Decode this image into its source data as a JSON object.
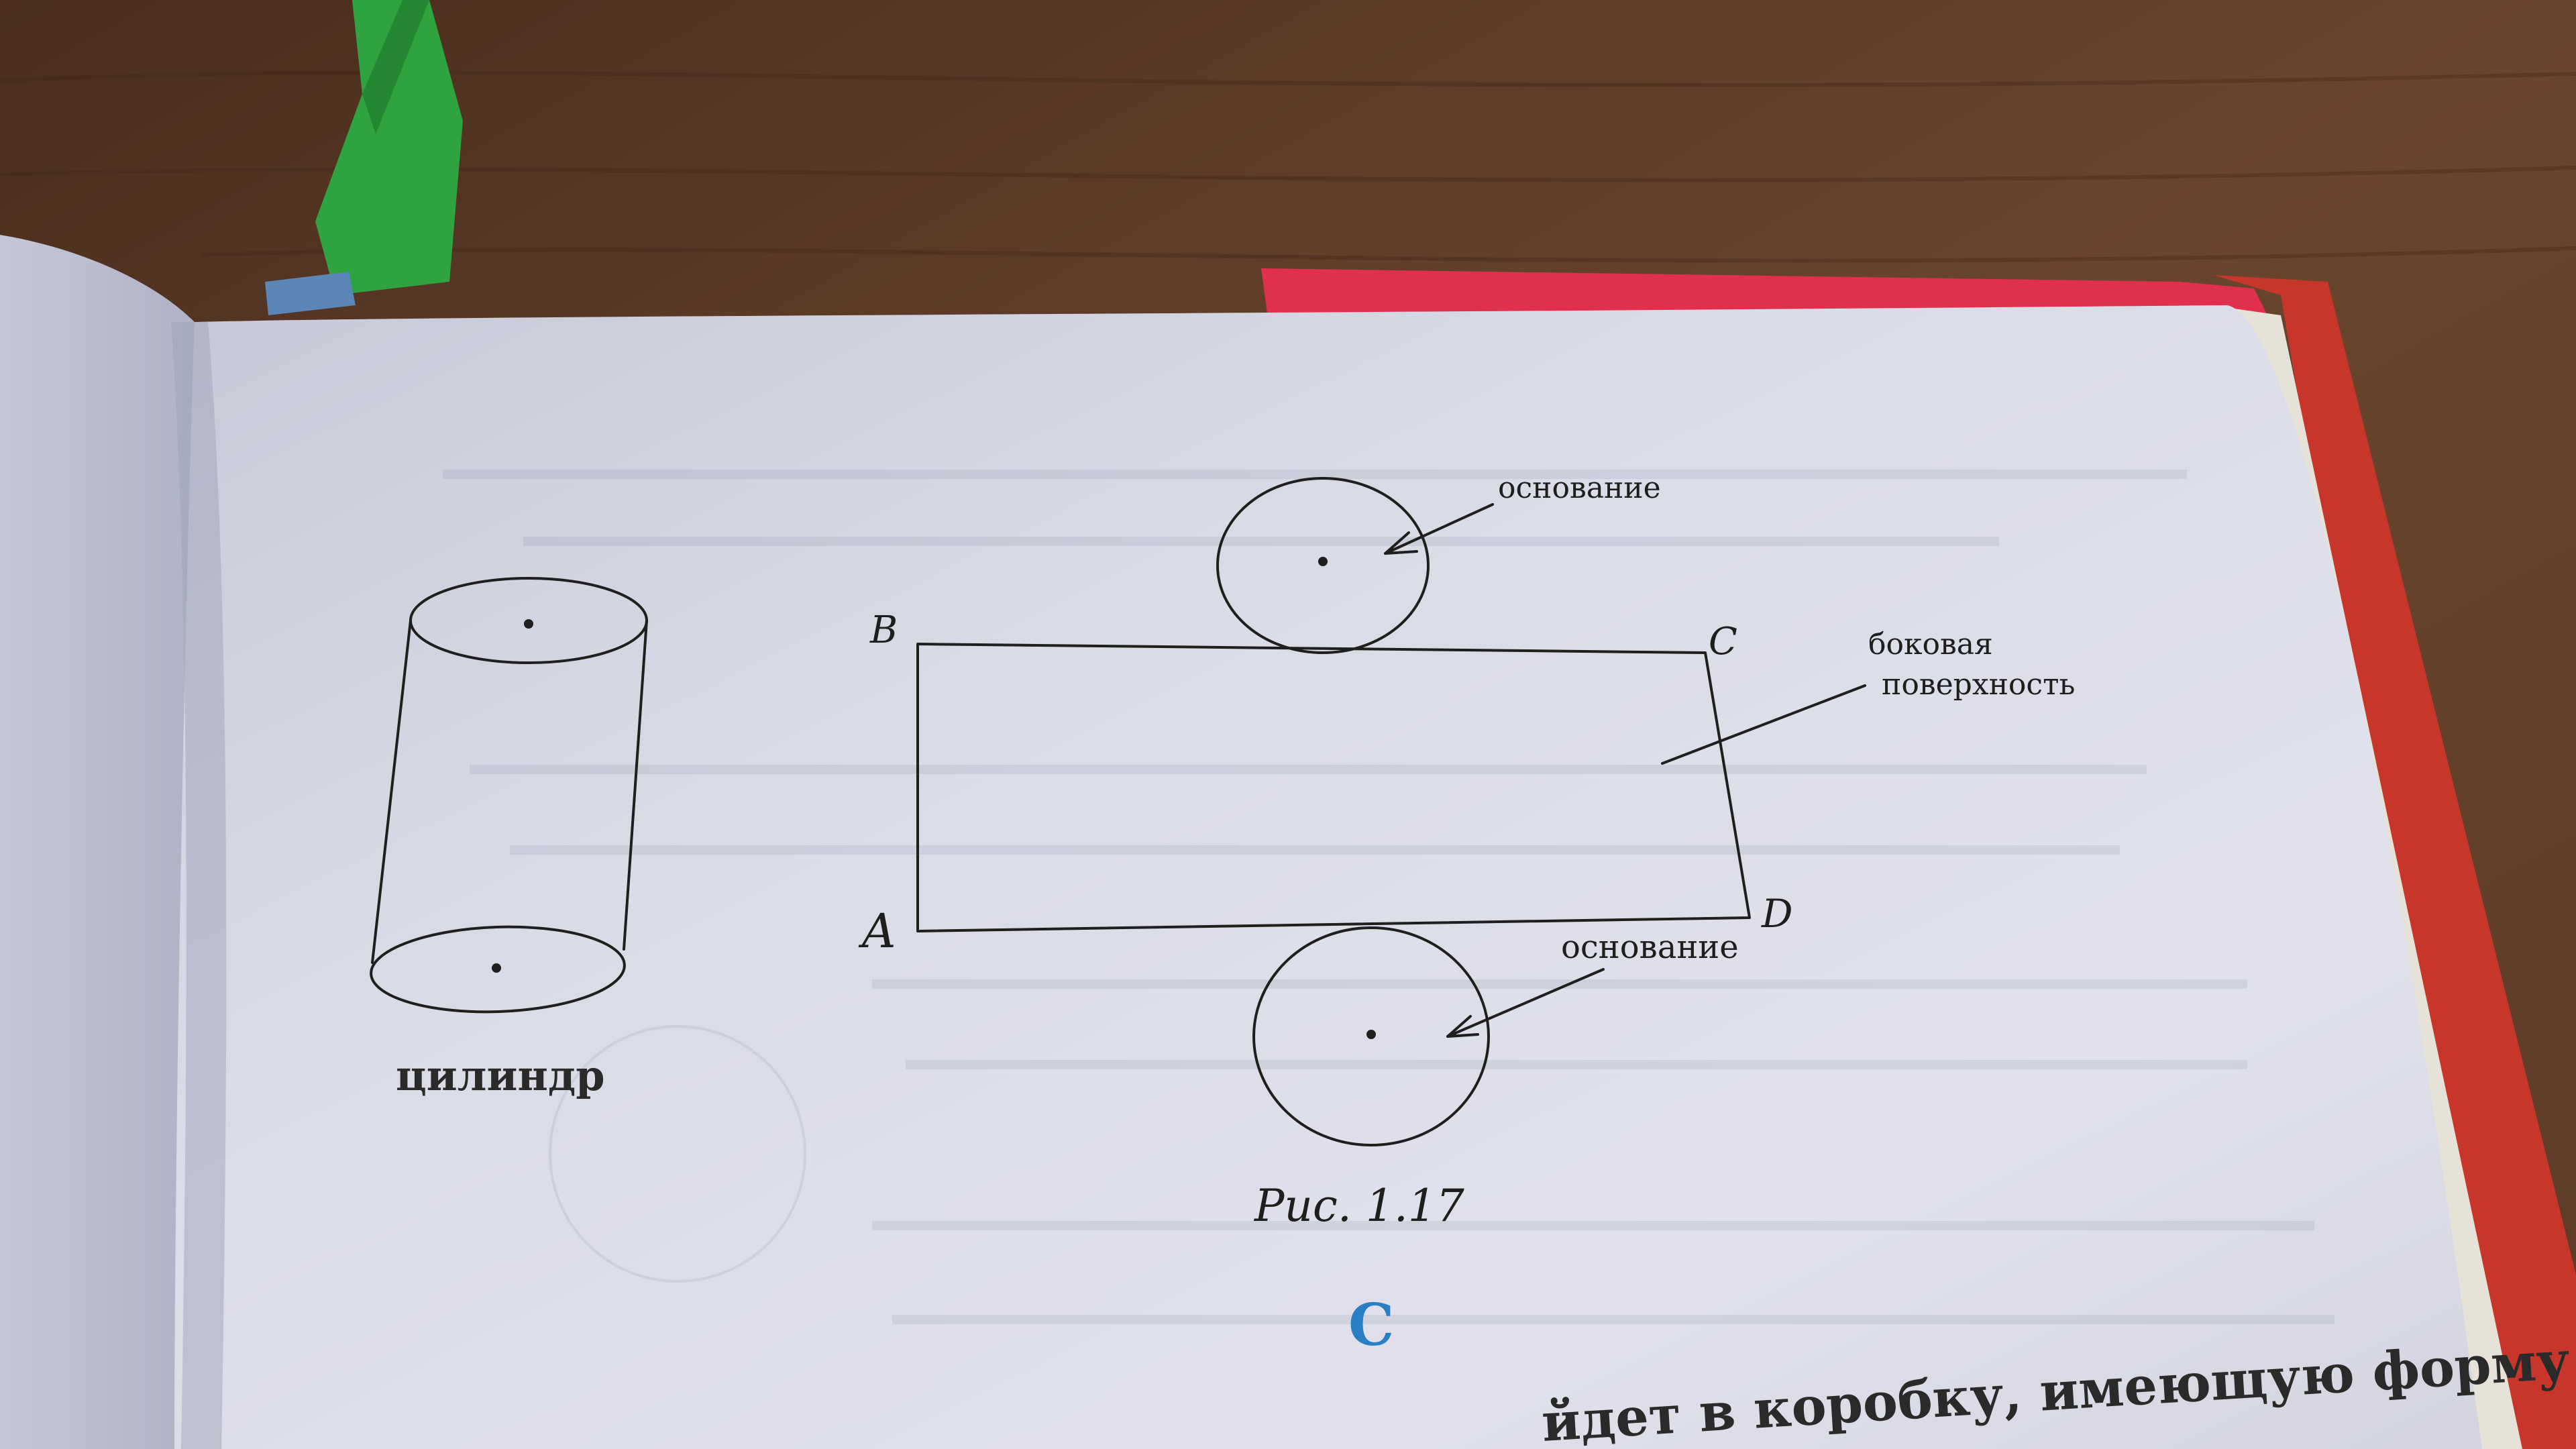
{
  "figure": {
    "cylinder_caption": "цилиндр",
    "base_top_label": "основание",
    "base_bottom_label": "основание",
    "lateral_label_line1": "боковая",
    "lateral_label_line2": "поверхность",
    "vertex_a": "A",
    "vertex_b": "B",
    "vertex_c": "C",
    "vertex_d": "D",
    "figure_caption": "Рис. 1.17"
  },
  "section_letter": "C",
  "bottom_text": "йдет в коробку, имеющую форму",
  "colors": {
    "table_wood": "#5a3a26",
    "page_paper": "#dcdde9",
    "ink": "#1f1f1f",
    "section_letter": "#2a7fc4",
    "bookmark_green": "#2fa33f",
    "tab_red": "#e0304e"
  }
}
